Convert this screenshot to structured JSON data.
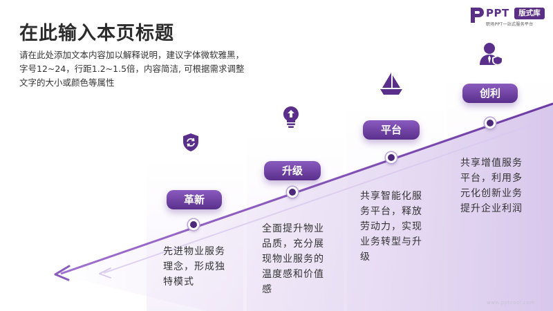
{
  "slide": {
    "title": "在此输入本页标题",
    "subtitle": "请在此处添加文本内容加以解释说明，建议字体微软雅黑，字号12~24，行距1.2~1.5倍，内容简洁, 可根据需求调整文字的大小或颜色等属性"
  },
  "logo": {
    "name": "PPT",
    "badge": "版式库",
    "tagline": "职场PPT一站式服务平台"
  },
  "steps": [
    {
      "label": "革新",
      "icon": "shield-refresh-icon",
      "description": "先进物业服务理念，形成独特模式"
    },
    {
      "label": "升级",
      "icon": "lightbulb-upload-icon",
      "description": "全面提升物业品质，充分展现物业服务的温度感和价值感"
    },
    {
      "label": "平台",
      "icon": "sailboat-icon",
      "description": "共享智能化服务平台，释放劳动力，实现业务转型与升级"
    },
    {
      "label": "创利",
      "icon": "businessman-icon",
      "description": "共享增值服务平台，利用多元化创新业务提升企业利润"
    }
  ],
  "footer": {
    "url": "www.pptcool.com"
  },
  "colors": {
    "accent": "#5a2f8c",
    "accent_light": "#8a5bbf",
    "text": "#333333"
  }
}
